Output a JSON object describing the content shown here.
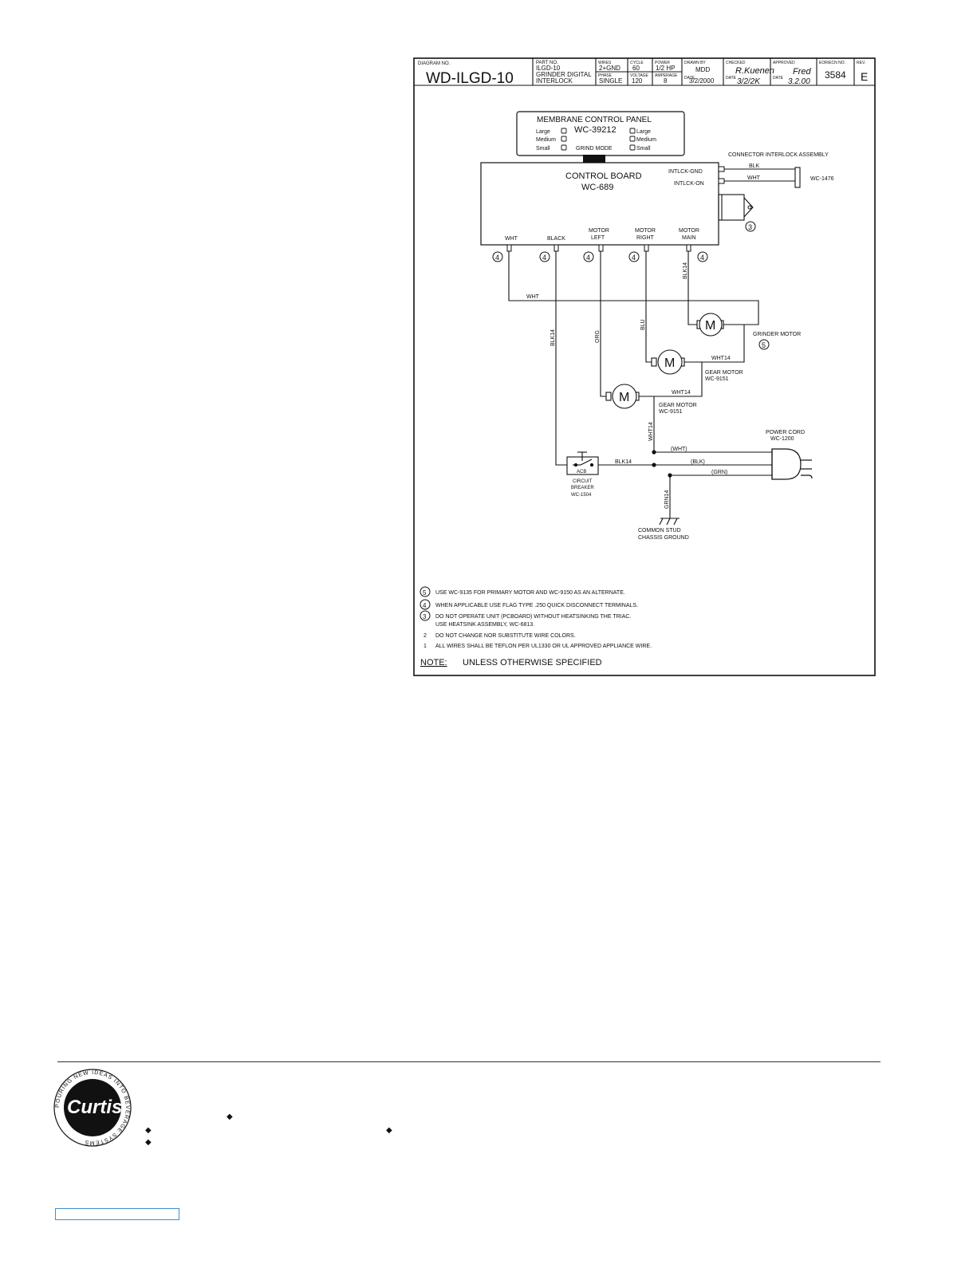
{
  "title_block": {
    "diagram_no_label": "DIAGRAM NO.",
    "diagram_no": "WD-ILGD-10",
    "part_no_label": "PART NO.",
    "part_no_lines": [
      "ILGD-10",
      "GRINDER DIGITAL",
      "INTERLOCK"
    ],
    "wires_label": "WIRES",
    "wires": "2+GND",
    "cycle_label": "CYCLE",
    "cycle": "60",
    "power_label": "POWER",
    "power": "1/2 HP",
    "phase_label": "PHASE",
    "phase": "SINGLE",
    "voltage_label": "VOLTAGE",
    "voltage": "120",
    "amperage_label": "AMPERAGE",
    "amperage": "8",
    "drawn_by_label": "DRAWN BY",
    "drawn_by": "MDD",
    "date_label": "DATE",
    "date": "3/2/2000",
    "checked_label": "CHECKED",
    "checked_sig": "R.Kuenen",
    "checked_date_label": "DATE",
    "checked_date": "3/2/2K",
    "approved_label": "APPROVED",
    "approved_sig": "Fred",
    "approved_date_label": "DATE",
    "approved_date": "3.2.00",
    "ecn_label": "EOR/ECN NO.",
    "ecn": "3584",
    "rev_label": "REV.",
    "rev": "E"
  },
  "control_panel": {
    "title": "MEMBRANE CONTROL PANEL",
    "part": "WC-39212",
    "left_labels": [
      "Large",
      "Medium",
      "Small"
    ],
    "right_labels": [
      "Large",
      "Medium",
      "Small"
    ],
    "mode_label": "GRIND MODE"
  },
  "control_board": {
    "title": "CONTROL BOARD",
    "part": "WC-689",
    "intlck_gnd": "INTLCK-GND",
    "intlck_on": "INTLCK-ON",
    "terminals": [
      "WHT",
      "BLACK",
      "MOTOR\nLEFT",
      "MOTOR\nRIGHT",
      "MOTOR\nMAIN"
    ]
  },
  "interlock": {
    "title": "CONNECTOR INTERLOCK ASSEMBLY",
    "blk": "BLK",
    "wht": "WHT",
    "part": "WC-1476"
  },
  "wire_labels": {
    "wht_top": "WHT",
    "blk14_main": "BLK14",
    "blk14_left": "BLK14",
    "org": "ORG",
    "blu": "BLU",
    "wht14_a": "WHT14",
    "wht14_b": "WHT14",
    "wht14_c": "WHT14",
    "blk14_cb": "BLK14",
    "grn14": "GRN14",
    "wht_cord": "(WHT)",
    "blk_cord": "(BLK)",
    "grn_cord": "(GRN)"
  },
  "components": {
    "motor_symbol": "M",
    "grinder_motor": "GRINDER MOTOR",
    "gear_motor_1": [
      "GEAR MOTOR",
      "WC-9151"
    ],
    "gear_motor_2": [
      "GEAR MOTOR",
      "WC-9151"
    ],
    "power_cord": [
      "POWER CORD",
      "WC-1200"
    ],
    "breaker_symbol": "ACB",
    "breaker": [
      "CIRCUIT",
      "BREAKER",
      "WC-1504"
    ],
    "ground": [
      "COMMON STUD",
      "CHASSIS GROUND"
    ]
  },
  "callouts": {
    "four": "4",
    "three": "3",
    "five": "5"
  },
  "notes": [
    {
      "num": "5",
      "circled": true,
      "text": "USE WC-9135 FOR PRIMARY MOTOR AND WC-9150 AS AN ALTERNATE."
    },
    {
      "num": "4",
      "circled": true,
      "text": "WHEN APPLICABLE USE FLAG TYPE .250 QUICK DISCONNECT TERMINALS."
    },
    {
      "num": "3",
      "circled": true,
      "text": "DO NOT OPERATE UNIT (PCBOARD) WITHOUT HEATSINKING THE TRIAC."
    },
    {
      "num": "",
      "circled": false,
      "text": "USE HEATSINK ASSEMBLY, WC-6813."
    },
    {
      "num": "2",
      "circled": false,
      "text": "DO NOT CHANGE NOR SUBSTITUTE WIRE COLORS."
    },
    {
      "num": "1",
      "circled": false,
      "text": "ALL WIRES SHALL BE TEFLON PER UL1330 OR UL APPROVED APPLIANCE WIRE."
    }
  ],
  "note_footer": {
    "note": "NOTE:",
    "text": "UNLESS OTHERWISE SPECIFIED"
  },
  "logo": {
    "brand": "Curtis",
    "ring_text": "POURING NEW IDEAS INTO BEVERAGE SYSTEMS"
  }
}
